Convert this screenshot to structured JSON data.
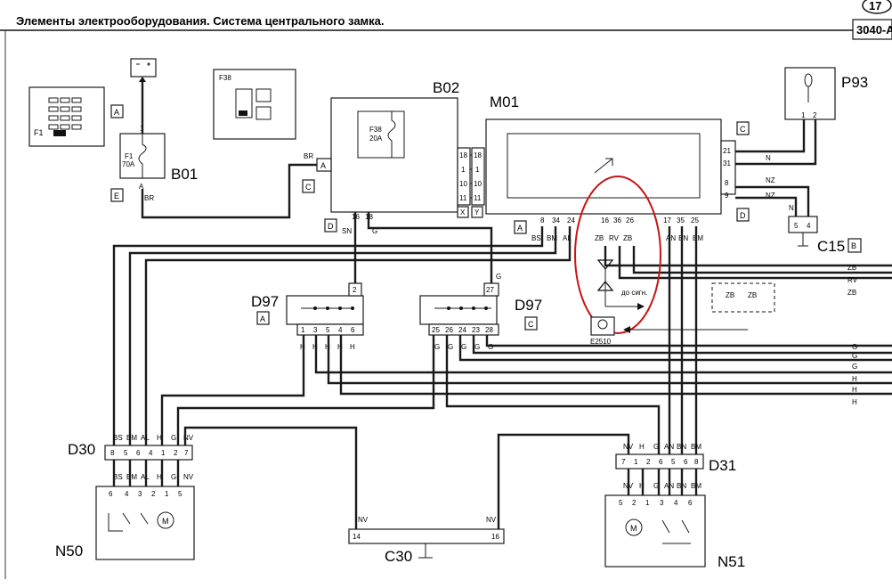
{
  "title": "Элементы электрооборудования. Система центрального замка.",
  "page_code": "3040-A",
  "page_number": "17",
  "components": {
    "b01": "B01",
    "b02": "B02",
    "m01": "M01",
    "p93": "P93",
    "c15": "C15",
    "d97": "D97",
    "d30": "D30",
    "d31": "D31",
    "n50": "N50",
    "n51": "N51",
    "c30": "C30",
    "e2510": "E2510"
  },
  "fuses": {
    "f1_name": "F1",
    "f1_rating": "70A",
    "f38_name": "F38",
    "f38_rating": "20A"
  },
  "connectors": {
    "a": "A",
    "b": "B",
    "c": "C",
    "d": "D",
    "e": "E",
    "x": "X",
    "y": "Y"
  },
  "pins": {
    "b01_top": "1",
    "b01_bot": "A",
    "b02_side": [
      "18",
      "1",
      "10",
      "11"
    ],
    "b02_bottom": [
      "16",
      "18"
    ],
    "m01_side": [
      "18",
      "1",
      "10",
      "11"
    ],
    "m01_bottom": [
      "8",
      "34",
      "24",
      "16",
      "36",
      "26",
      "17",
      "35",
      "25"
    ],
    "m01_right": [
      "21",
      "31",
      "8",
      "9"
    ],
    "p93": [
      "1",
      "2"
    ],
    "c15": [
      "5",
      "4"
    ],
    "d97a_top": "2",
    "d97a_bottom": [
      "1",
      "3",
      "5",
      "4",
      "6"
    ],
    "d97c_top": "27",
    "d97c_bottom": [
      "25",
      "26",
      "24",
      "23",
      "28"
    ],
    "d30_top": [
      "8",
      "5",
      "6",
      "4",
      "1",
      "2",
      "7"
    ],
    "n50": [
      "6",
      "4",
      "3",
      "2",
      "1",
      "5"
    ],
    "d31_top": [
      "7",
      "1",
      "2",
      "6",
      "5",
      "6",
      "8"
    ],
    "n51": [
      "5",
      "2",
      "1",
      "3",
      "4",
      "6"
    ],
    "c30": [
      "14",
      "16"
    ]
  },
  "wires": {
    "br": "BR",
    "a": "A",
    "sn": "SN",
    "g": "G",
    "n": "N",
    "nz": "NZ",
    "m01_bottom": [
      "BS",
      "BM",
      "AL",
      "ZB",
      "RV",
      "ZB",
      "AN",
      "BN",
      "BM"
    ],
    "right_edge_top": [
      "ZB",
      "RV",
      "ZB"
    ],
    "right_edge_low": [
      "G",
      "G",
      "G",
      "H",
      "H",
      "H"
    ],
    "d97a": [
      "H",
      "H",
      "H",
      "H",
      "H"
    ],
    "d97c": [
      "G",
      "G",
      "G",
      "G",
      "G"
    ],
    "d30": [
      "BS",
      "BM",
      "AL",
      "H",
      "G",
      "NV"
    ],
    "d31": [
      "NV",
      "H",
      "G",
      "AN",
      "BN",
      "BM"
    ],
    "nv": "NV",
    "zb": "ZB"
  },
  "annotation": "до сигн.",
  "motor": "M"
}
